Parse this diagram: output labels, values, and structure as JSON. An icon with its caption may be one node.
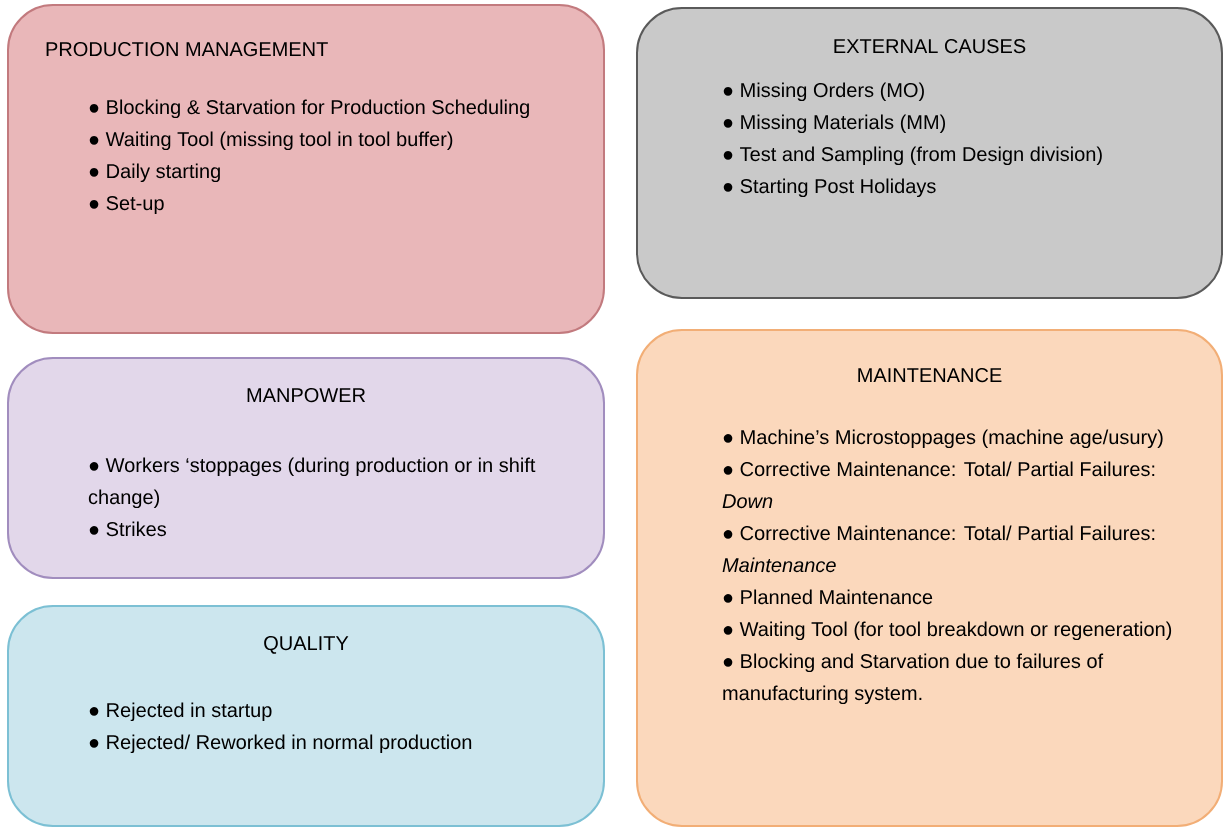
{
  "diagram": {
    "nodes": [
      {
        "text": [
          "PRODUCTION MANAGEMENT",
          "● Blocking & Starvation for Production Scheduling",
          "● Waiting Tool (missing tool in tool buffer)",
          "● Daily starting",
          "● Set-up"
        ]
      },
      {
        "text": [
          "EXTERNAL CAUSES",
          "● Missing Orders (MO)",
          "● Missing Materials (MM)",
          "● Test and Sampling (from Design division)",
          "● Starting Post Holidays"
        ]
      },
      {
        "text": [
          "MANPOWER",
          "● Workers ‘stoppages (during production or in shift change)",
          "● Strikes"
        ]
      },
      {
        "text": [
          "MAINTENANCE",
          "● Machine’s Microstoppages (machine age/usury)",
          "● Corrective Maintenance: Total/ Partial Failures: *Down*",
          "● Corrective Maintenance: Total/ Partial Failures: *Maintenance*",
          "● Planned Maintenance",
          "● Waiting Tool (for tool breakdown or regeneration)",
          "● Blocking and Starvation due to failures of manufacturing system."
        ]
      },
      {
        "text": [
          "QUALITY",
          "● Rejected in startup",
          "● Rejected/ Reworked in normal production"
        ]
      }
    ]
  }
}
